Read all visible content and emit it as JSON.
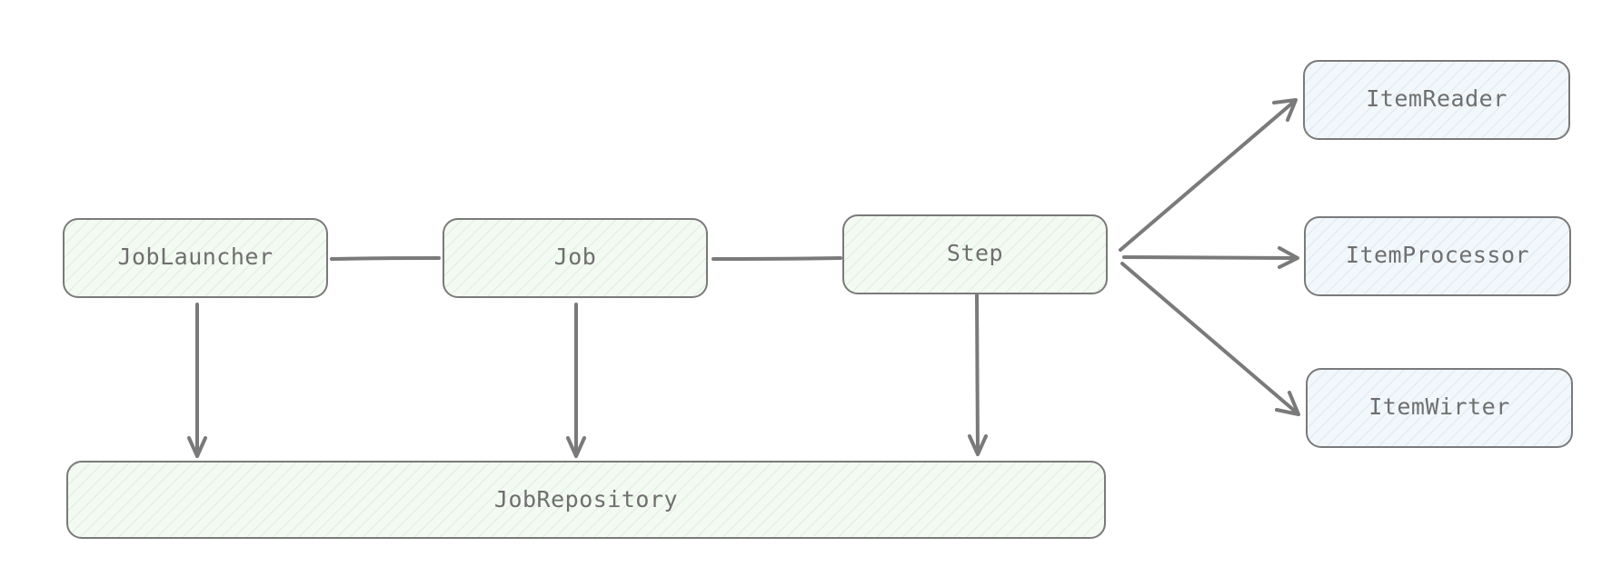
{
  "diagram": {
    "colors": {
      "stroke": "#7a7a7a",
      "green_fill": "#f3faf2",
      "green_hatch": "#cfe8cc",
      "blue_fill": "#f2f7fb",
      "blue_hatch": "#cfe0ec",
      "text": "#6f6f6f"
    },
    "nodes": {
      "job_launcher": {
        "label": "JobLauncher",
        "color": "green"
      },
      "job": {
        "label": "Job",
        "color": "green"
      },
      "step": {
        "label": "Step",
        "color": "green"
      },
      "job_repository": {
        "label": "JobRepository",
        "color": "green"
      },
      "item_reader": {
        "label": "ItemReader",
        "color": "blue"
      },
      "item_processor": {
        "label": "ItemProcessor",
        "color": "blue"
      },
      "item_writer": {
        "label": "ItemWirter",
        "color": "blue"
      }
    },
    "edges": [
      {
        "from": "job_launcher",
        "to": "job",
        "arrow": false
      },
      {
        "from": "job",
        "to": "step",
        "arrow": false
      },
      {
        "from": "job_launcher",
        "to": "job_repository",
        "arrow": true
      },
      {
        "from": "job",
        "to": "job_repository",
        "arrow": true
      },
      {
        "from": "step",
        "to": "job_repository",
        "arrow": true
      },
      {
        "from": "step",
        "to": "item_reader",
        "arrow": true
      },
      {
        "from": "step",
        "to": "item_processor",
        "arrow": true
      },
      {
        "from": "step",
        "to": "item_writer",
        "arrow": true
      }
    ]
  }
}
